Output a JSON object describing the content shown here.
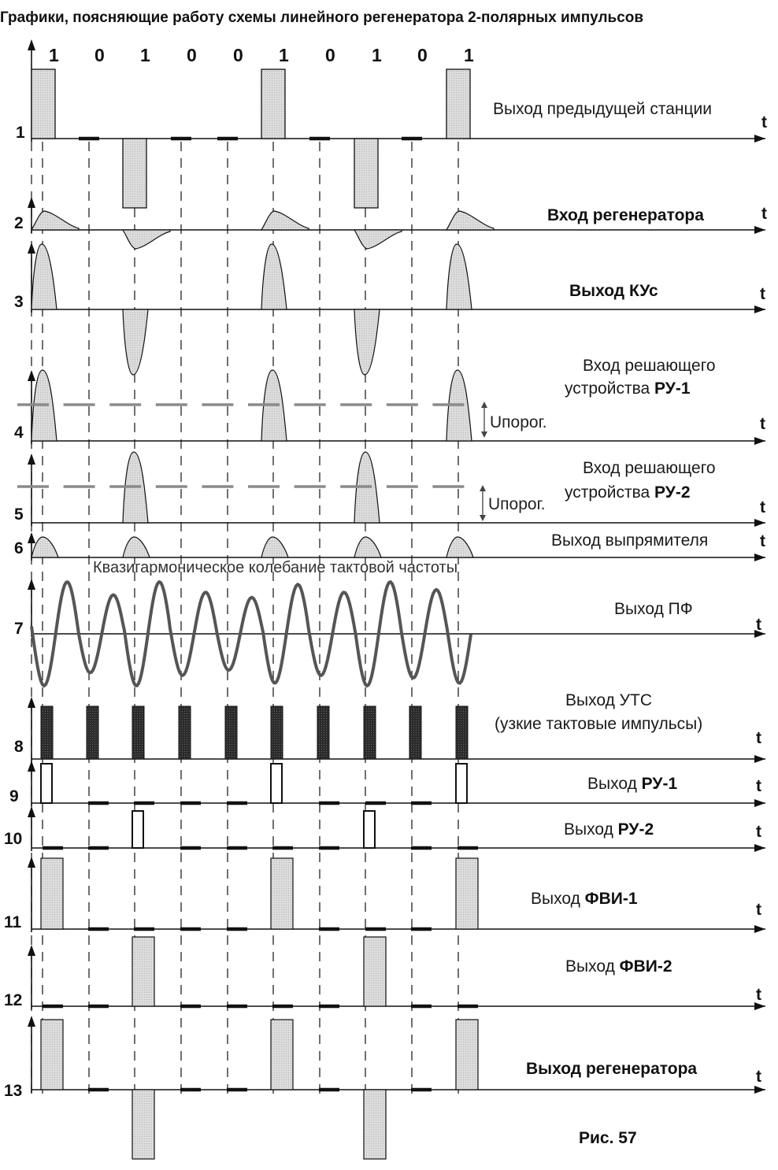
{
  "title": "Графики, поясняющие работу схемы линейного регенератора 2-полярных импульсов",
  "bits": [
    "1",
    "0",
    "1",
    "0",
    "0",
    "1",
    "0",
    "1",
    "0",
    "1"
  ],
  "axis_label": "t",
  "threshold_label": "Uпорог.",
  "quasi_label": "Квазигармоническое колебание тактовой частоты",
  "figure_label": "Рис. 57",
  "rows": [
    {
      "num": "1",
      "label": "Выход предыдущей станции"
    },
    {
      "num": "2",
      "label": "Вход регенератора"
    },
    {
      "num": "3",
      "label": "Выход КУс"
    },
    {
      "num": "4",
      "label_line1": "Вход решающего",
      "label_line2_plain": "устройства ",
      "label_line2_bold": "РУ-1"
    },
    {
      "num": "5",
      "label_line1": "Вход решающего",
      "label_line2_plain": "устройства ",
      "label_line2_bold": "РУ-2"
    },
    {
      "num": "6",
      "label": "Выход выпрямителя"
    },
    {
      "num": "7",
      "label": "Выход ПФ"
    },
    {
      "num": "8",
      "label_line1": "Выход УТС",
      "label_line2": "(узкие тактовые импульсы)"
    },
    {
      "num": "9",
      "label_plain": "Выход ",
      "label_bold": "РУ-1"
    },
    {
      "num": "10",
      "label_plain": "Выход ",
      "label_bold": "РУ-2"
    },
    {
      "num": "11",
      "label_plain": "Выход ",
      "label_bold": "ФВИ-1"
    },
    {
      "num": "12",
      "label_plain": "Выход ",
      "label_bold": "ФВИ-2"
    },
    {
      "num": "13",
      "label": "Выход регенератора"
    }
  ],
  "colors": {
    "ink": "#111111",
    "fill": "#d9d9d9",
    "dark_fill": "#2a2a2a",
    "dash": "#222222",
    "threshold": "#8a8a8a"
  }
}
